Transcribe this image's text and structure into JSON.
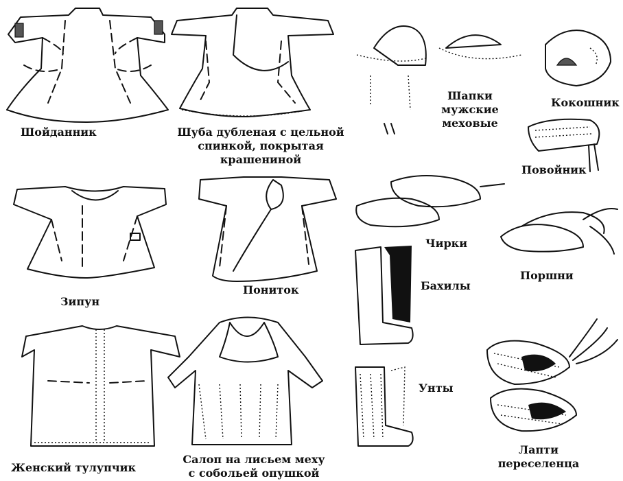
{
  "items": {
    "shoydannik": "Шойданник",
    "shuba": "Шуба дубленая с цельной\nспинкой, покрытая\nкрашениной",
    "zipun": "Зипун",
    "ponitok": "Пониток",
    "tulupchik": "Женский тулупчик",
    "salop": "Салоп на лисьем меху\nс собольей опушкой",
    "shapki": "Шапки\nмужские\nмеховые",
    "kokoshnik": "Кокошник",
    "povoynik": "Повойник",
    "chirki": "Чирки",
    "porshni": "Поршни",
    "bakhily": "Бахилы",
    "unty": "Унты",
    "lapti": "Лапти\nпереселенца"
  },
  "colors": {
    "ink": "#111111",
    "paper": "#ffffff"
  }
}
